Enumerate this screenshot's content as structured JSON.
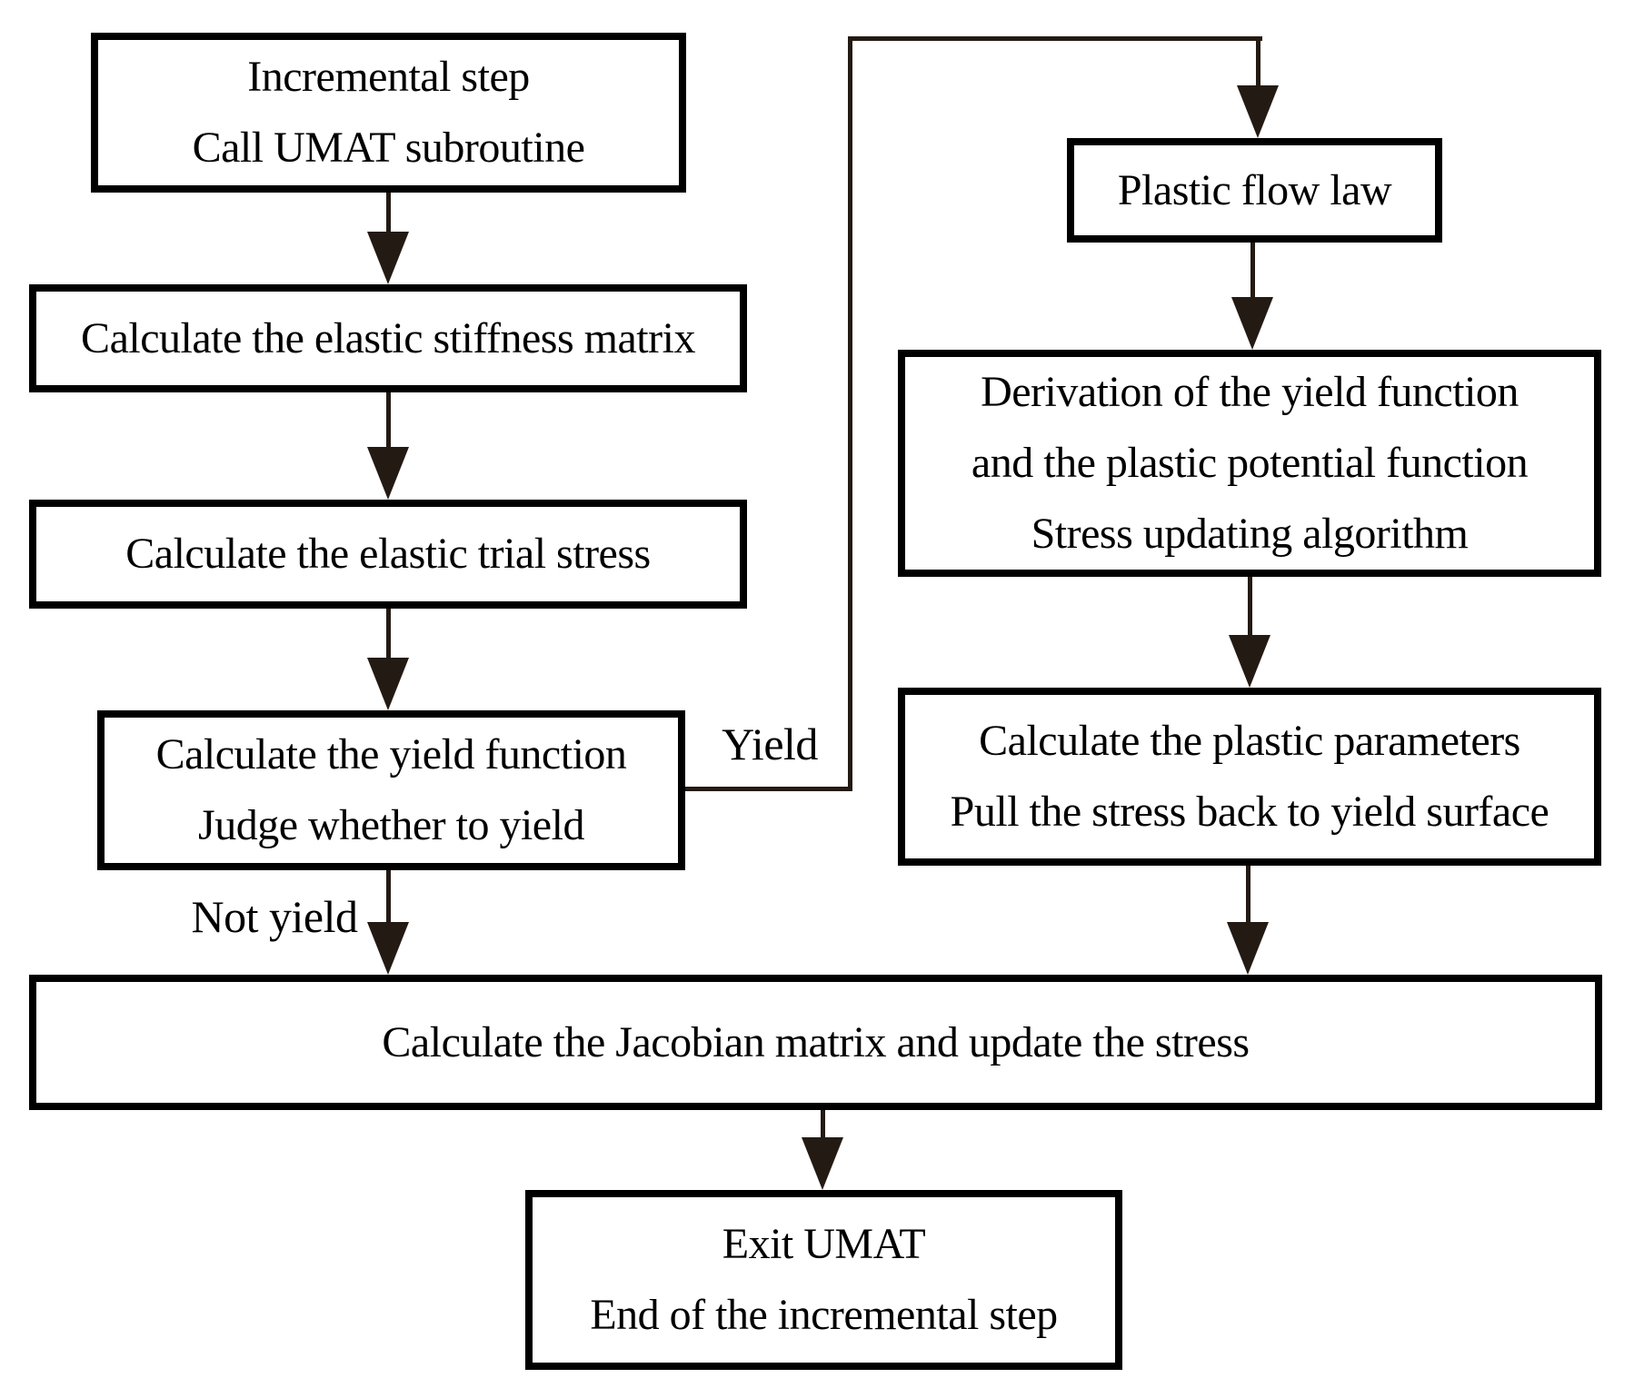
{
  "colors": {
    "background": "#ffffff",
    "box_border": "#000000",
    "text": "#000000",
    "connector": "#241a14"
  },
  "nodes": {
    "incremental_step": {
      "lines": [
        "Incremental step",
        "Call UMAT subroutine"
      ]
    },
    "elastic_stiffness_matrix": {
      "lines": [
        "Calculate the elastic stiffness matrix"
      ]
    },
    "elastic_trial_stress": {
      "lines": [
        "Calculate the elastic trial stress"
      ]
    },
    "yield_function": {
      "lines": [
        "Calculate the yield function",
        "Judge whether to yield"
      ]
    },
    "plastic_flow_law": {
      "lines": [
        "Plastic flow law"
      ]
    },
    "yield_derivation": {
      "lines": [
        "Derivation of the yield function",
        "and the plastic potential function",
        "Stress updating algorithm"
      ]
    },
    "plastic_parameters": {
      "lines": [
        "Calculate the plastic parameters",
        "Pull the stress back to yield surface"
      ]
    },
    "jacobian_update": {
      "lines": [
        "Calculate the Jacobian matrix and update the stress"
      ]
    },
    "exit_umat": {
      "lines": [
        "Exit UMAT",
        "End of the incremental step"
      ]
    }
  },
  "edge_labels": {
    "yield": "Yield",
    "not_yield": "Not yield"
  }
}
